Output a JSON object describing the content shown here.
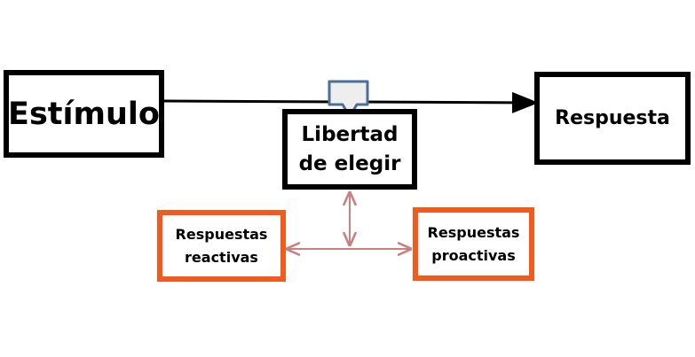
{
  "diagram": {
    "nodes": {
      "estimulo": "Estímulo",
      "respuesta": "Respuesta",
      "libertad": "Libertad\nde elegir",
      "reactivas": "Respuestas\nreactivas",
      "proactivas": "Respuestas\nproactivas"
    },
    "colors": {
      "black_border": "#000000",
      "orange_border": "#f25a1e",
      "arrow": "#000000",
      "connector": "#c98080",
      "callout_fill": "#eeeeee",
      "callout_stroke": "#4a6f9a"
    }
  }
}
